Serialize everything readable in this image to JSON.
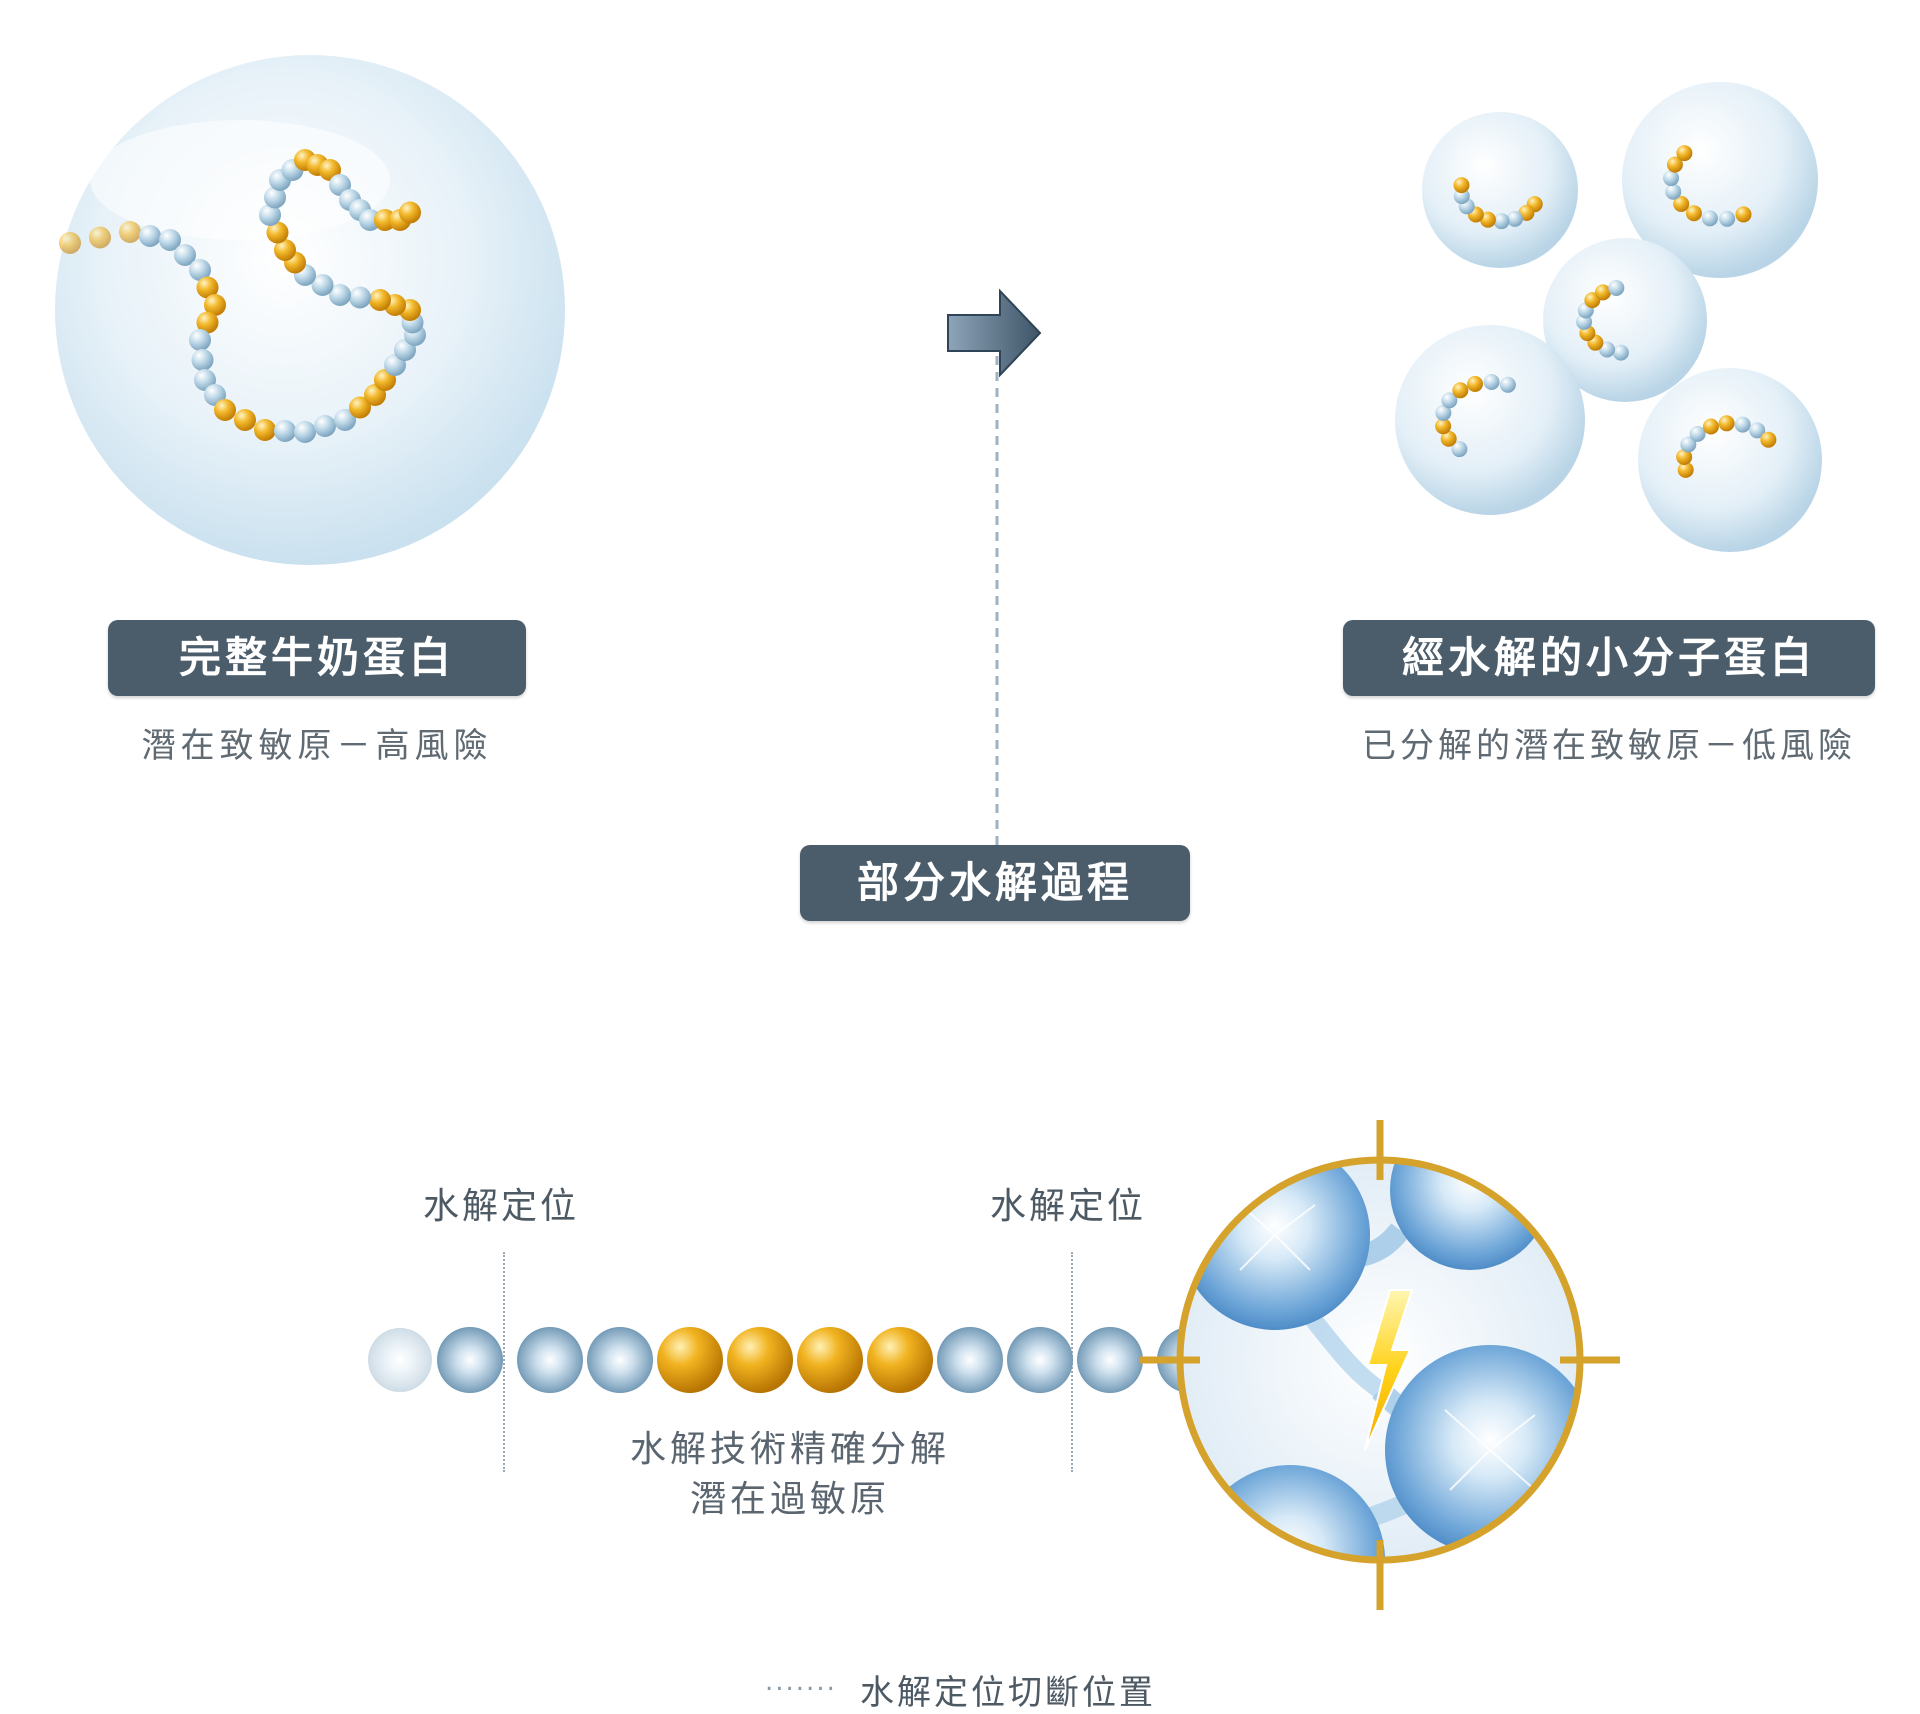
{
  "colors": {
    "pill_bg": "#4b5d6b",
    "gold": "#e8a416",
    "blue": "#9ec3da",
    "ring_gold": "#d5a22c",
    "text": "#5f6a73"
  },
  "top": {
    "left_title": "完整牛奶蛋白",
    "left_subtitle": "潛在致敏原－高風險",
    "right_title": "經水解的小分子蛋白",
    "right_subtitle": "已分解的潛在致敏原－低風險",
    "process_label": "部分水解過程",
    "arrow_icon": "right-arrow-icon"
  },
  "bottom": {
    "left_location": "水解定位",
    "right_location": "水解定位",
    "caption_line1": "水解技術精確分解",
    "caption_line2": "潛在過敏原",
    "legend_marker": "·······",
    "legend_text": "水解定位切斷位置",
    "chain": [
      "blue",
      "blue",
      "blue",
      "gold",
      "gold",
      "gold",
      "gold",
      "blue",
      "blue",
      "blue",
      "blue"
    ]
  }
}
